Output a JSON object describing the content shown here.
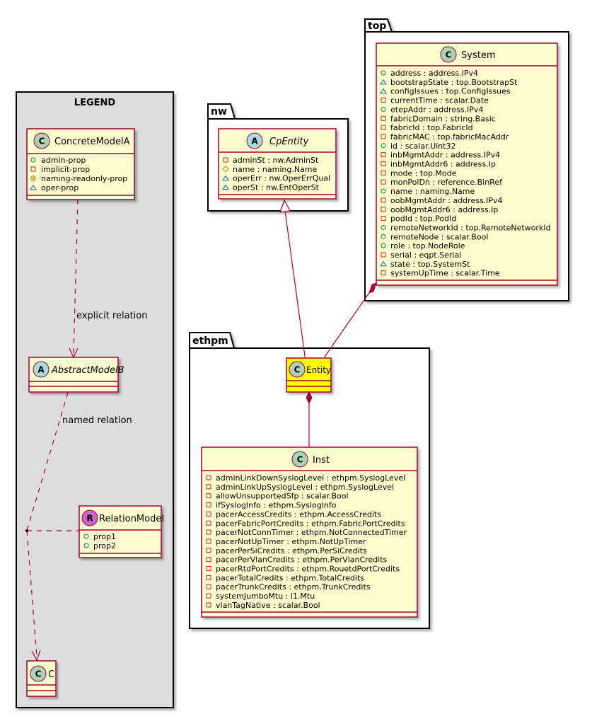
{
  "colors": {
    "class_fill": "#fefece",
    "class_border": "#a80036",
    "highlight_fill": "#ffff00",
    "legend_fill": "#dddddd",
    "badge_class": "#add1b2",
    "badge_abstract": "#a9dcdf",
    "badge_relation": "#cc66cc"
  },
  "packages": {
    "top": "top",
    "nw": "nw",
    "ethpm": "ethpm"
  },
  "legend": {
    "title": "LEGEND",
    "concrete": {
      "name": "ConcreteModelA",
      "badge": "C",
      "attrs": [
        "admin-prop",
        "implicit-prop",
        "naming-readonly-prop",
        "oper-prop"
      ]
    },
    "abstract": {
      "name": "AbstractModelB",
      "badge": "A"
    },
    "relation": {
      "name": "RelationModel",
      "badge": "R",
      "attrs": [
        "prop1",
        "prop2"
      ]
    },
    "target": {
      "name": "C",
      "badge": "C"
    },
    "explicit_label": "explicit relation",
    "named_label": "named relation"
  },
  "classes": {
    "system": {
      "name": "System",
      "badge": "C",
      "attrs": [
        "address : address.IPv4",
        "bootstrapState : top.BootstrapSt",
        "configIssues : top.ConfigIssues",
        "currentTime : scalar.Date",
        "etepAddr : address.IPv4",
        "fabricDomain : string.Basic",
        "fabricId : top.FabricId",
        "fabricMAC : top.fabricMacAddr",
        "id : scalar.Uint32",
        "inbMgmtAddr : address.IPv4",
        "inbMgmtAddr6 : address.Ip",
        "mode : top.Mode",
        "monPolDn : reference.BinRef",
        "name : naming.Name",
        "oobMgmtAddr : address.IPv4",
        "oobMgmtAddr6 : address.Ip",
        "podId : top.PodId",
        "remoteNetworkId : top.RemoteNetworkId",
        "remoteNode : scalar.Bool",
        "role : top.NodeRole",
        "serial : eqpt.Serial",
        "state : top.SystemSt",
        "systemUpTime : scalar.Time"
      ]
    },
    "cpentity": {
      "name": "CpEntity",
      "badge": "A",
      "attrs": [
        "adminSt : nw.AdminSt",
        "name : naming.Name",
        "operErr : nw.OperErrQual",
        "operSt : nw.EntOperSt"
      ]
    },
    "entity": {
      "name": "Entity",
      "badge": "C"
    },
    "inst": {
      "name": "Inst",
      "badge": "C",
      "attrs": [
        "adminLinkDownSyslogLevel : ethpm.SyslogLevel",
        "adminLinkUpSyslogLevel : ethpm.SyslogLevel",
        "allowUnsupportedSfp : scalar.Bool",
        "ifSyslogInfo : ethpm.SyslogInfo",
        "pacerAccessCredits : ethpm.AccessCredits",
        "pacerFabricPortCredits : ethpm.FabricPortCredits",
        "pacerNotConnTimer : ethpm.NotConnectedTimer",
        "pacerNotUpTimer : ethpm.NotUpTimer",
        "pacerPerSiCredits : ethpm.PerSiCredits",
        "pacerPerVlanCredits : ethpm.PerVlanCredits",
        "pacerRtdPortCredits : ethpm.RouetdPortCredits",
        "pacerTotalCredits : ethpm.TotalCredits",
        "pacerTrunkCredits : ethpm.TrunkCredits",
        "systemJumboMtu : l1.Mtu",
        "vlanTagNative : scalar.Bool"
      ]
    }
  }
}
